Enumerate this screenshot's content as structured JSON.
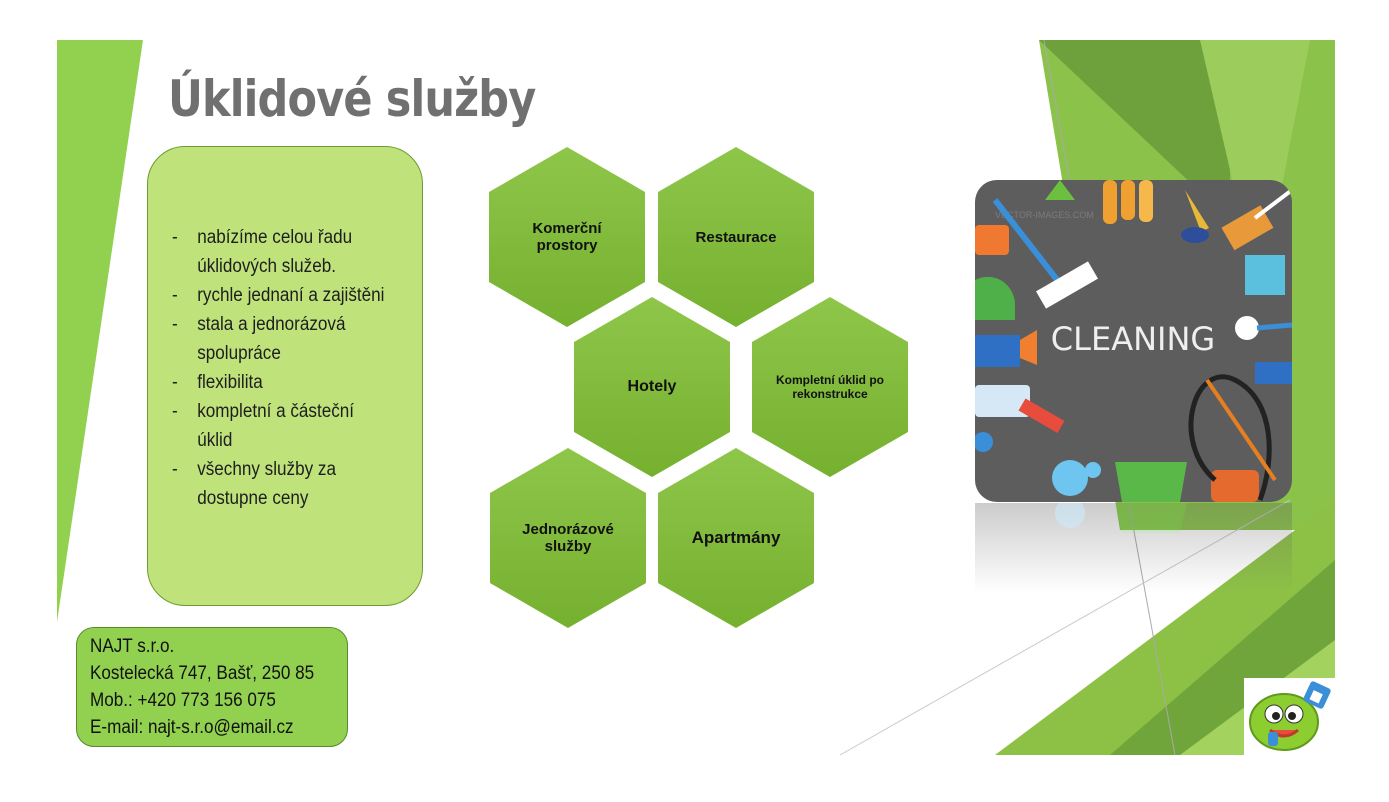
{
  "title": "Úklidové služby",
  "services": [
    "nabízíme celou řadu úklidových služeb.",
    "rychle jednaní a zajištěni",
    "stala a jednorázová spolupráce",
    "flexibilita",
    "kompletní a částeční úklid",
    "všechny služby za dostupne ceny"
  ],
  "list_marker": "-",
  "contact": {
    "company": "NAJT s.r.o.",
    "address": "Kostelecká 747, Bašť, 250 85",
    "phone": "Mob.: +420 773 156 075",
    "email": "E-mail: najt-s.r.o@email.cz"
  },
  "hexagons": {
    "komercni": "Komerční prostory",
    "restaurace": "Restaurace",
    "hotely": "Hotely",
    "kompletni": "Kompletní úklid po rekonstrukce",
    "jednorazove": "Jednorázové služby",
    "apartmany": "Apartmány"
  },
  "image": {
    "caption": "CLEANING",
    "watermark": "VECTOR-IMAGES.COM"
  },
  "colors": {
    "accent_green": "#92d050",
    "light_green": "#bfe27a",
    "hex_green": "#76b02f",
    "title_gray": "#707070",
    "image_background": "#5d5d5d"
  }
}
